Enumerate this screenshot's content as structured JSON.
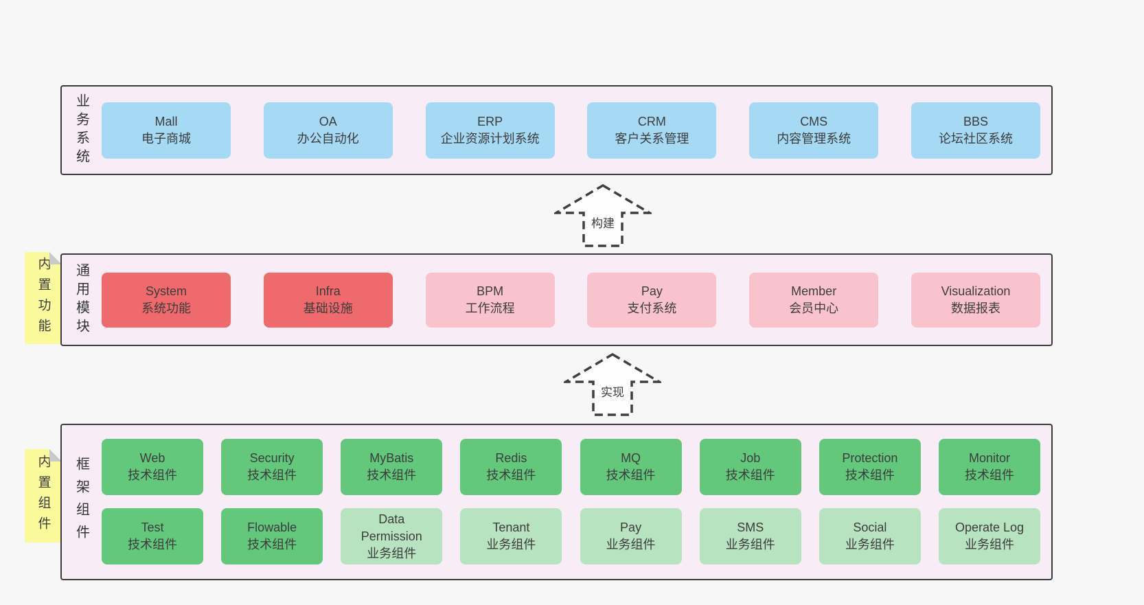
{
  "colors": {
    "page_bg": "#f7f7f7",
    "band_bg": "#f8edf6",
    "band_border": "#3a3a3a",
    "blue": "#a6d9f3",
    "red": "#ee6a6c",
    "pink": "#f9c3cd",
    "green_dark": "#63c87b",
    "green_light": "#b8e3c0",
    "sticky_yellow": "#fafa9d",
    "sticky_fold": "#c9c9c9",
    "text": "#3c3c3c"
  },
  "bands": [
    {
      "id": "business-systems",
      "label": "业务系统",
      "boxes": [
        {
          "name": "Mall",
          "desc": "电子商城",
          "variant": "blue"
        },
        {
          "name": "OA",
          "desc": "办公自动化",
          "variant": "blue"
        },
        {
          "name": "ERP",
          "desc": "企业资源计划系统",
          "variant": "blue"
        },
        {
          "name": "CRM",
          "desc": "客户关系管理",
          "variant": "blue"
        },
        {
          "name": "CMS",
          "desc": "内容管理系统",
          "variant": "blue"
        },
        {
          "name": "BBS",
          "desc": "论坛社区系统",
          "variant": "blue"
        }
      ]
    },
    {
      "id": "common-modules",
      "label": "通用模块",
      "sticky": "内置功能",
      "boxes": [
        {
          "name": "System",
          "desc": "系统功能",
          "variant": "red"
        },
        {
          "name": "Infra",
          "desc": "基础设施",
          "variant": "red"
        },
        {
          "name": "BPM",
          "desc": "工作流程",
          "variant": "pink"
        },
        {
          "name": "Pay",
          "desc": "支付系统",
          "variant": "pink"
        },
        {
          "name": "Member",
          "desc": "会员中心",
          "variant": "pink"
        },
        {
          "name": "Visualization",
          "desc": "数据报表",
          "variant": "pink"
        }
      ]
    },
    {
      "id": "framework-components",
      "label": "框架组件",
      "sticky": "内置组件",
      "rows": [
        [
          {
            "name": "Web",
            "desc": "技术组件",
            "variant": "green-dark"
          },
          {
            "name": "Security",
            "desc": "技术组件",
            "variant": "green-dark"
          },
          {
            "name": "MyBatis",
            "desc": "技术组件",
            "variant": "green-dark"
          },
          {
            "name": "Redis",
            "desc": "技术组件",
            "variant": "green-dark"
          },
          {
            "name": "MQ",
            "desc": "技术组件",
            "variant": "green-dark"
          },
          {
            "name": "Job",
            "desc": "技术组件",
            "variant": "green-dark"
          },
          {
            "name": "Protection",
            "desc": "技术组件",
            "variant": "green-dark"
          },
          {
            "name": "Monitor",
            "desc": "技术组件",
            "variant": "green-dark"
          }
        ],
        [
          {
            "name": "Test",
            "desc": "技术组件",
            "variant": "green-dark"
          },
          {
            "name": "Flowable",
            "desc": "技术组件",
            "variant": "green-dark"
          },
          {
            "name": "Data Permission",
            "desc": "业务组件",
            "variant": "green-light"
          },
          {
            "name": "Tenant",
            "desc": "业务组件",
            "variant": "green-light"
          },
          {
            "name": "Pay",
            "desc": "业务组件",
            "variant": "green-light"
          },
          {
            "name": "SMS",
            "desc": "业务组件",
            "variant": "green-light"
          },
          {
            "name": "Social",
            "desc": "业务组件",
            "variant": "green-light"
          },
          {
            "name": "Operate Log",
            "desc": "业务组件",
            "variant": "green-light"
          }
        ]
      ]
    }
  ],
  "arrows": [
    {
      "label": "构建"
    },
    {
      "label": "实现"
    }
  ]
}
